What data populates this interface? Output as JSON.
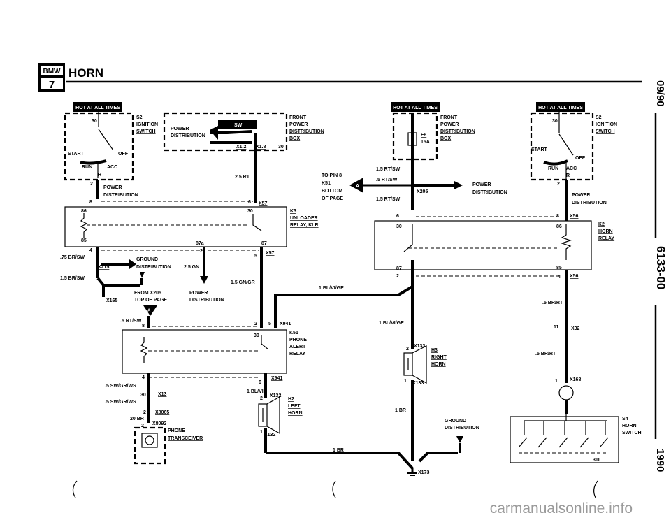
{
  "header": {
    "logo_top": "BMW",
    "logo_bottom": "7",
    "title": "HORN"
  },
  "side_text": {
    "top": "09/90",
    "middle": "6133-00",
    "bottom": "1990"
  },
  "watermark": "carmanualsonline.info",
  "badges": {
    "b1": "HOT AT ALL TIMES",
    "b2": "HOT AT ALL TIMES",
    "b3": "HOT AT ALL TIMES"
  },
  "left": {
    "s2_pin30": "30",
    "s2_name": "S2",
    "s2_l1": "IGNITION",
    "s2_l2": "SWITCH",
    "start": "START",
    "off": "OFF",
    "run": "RUN",
    "acc": "ACC",
    "r": "R",
    "pin2": "2",
    "pd_l1": "POWER",
    "pd_l2": "DISTRIBUTION",
    "pd2_l1": "POWER",
    "pd2_l2": "DISTRIBUTION",
    "sw": "SW",
    "x12": "X1.2",
    "x18": "X1.8",
    "p30b": "30",
    "front_l1": "FRONT",
    "front_l2": "POWER",
    "front_l3": "DISTRIBUTION",
    "front_l4": "BOX",
    "w_25rt": "2.5 RT",
    "pin8": "8",
    "pin6": "6",
    "x57a": "X57",
    "k3_pin86": "86",
    "k3_pin30": "30",
    "k3_pin85": "85",
    "k3_pin87a": "87a",
    "k3_pin87": "87",
    "k3_name": "K3",
    "k3_l1": "UNLOADER",
    "k3_l2": "RELAY, KLR",
    "pin4": "4",
    "w_75brsw": ".75 BR/SW",
    "x215": "X215",
    "gd_l1": "GROUND",
    "gd_l2": "DISTRIBUTION",
    "w_25gn": "2.5 GN",
    "pin2b": "2",
    "pin5": "5",
    "x57b": "X57",
    "w_15brsw": "1.5 BR/SW",
    "w_15gngr": "1.5 GN/GR",
    "x165": "X165",
    "from_l1": "FROM X205",
    "from_l2": "TOP OF PAGE",
    "pd3_l1": "POWER",
    "pd3_l2": "DISTRIBUTION",
    "w_5rtsw": ".5 RT/SW",
    "pin8b": "8",
    "pin2c": "2",
    "pin5c": "5",
    "x941a": "X941",
    "k51_pin30": "30",
    "k51_name": "K51",
    "k51_l1": "PHONE",
    "k51_l2": "ALERT",
    "k51_l3": "RELAY",
    "pin4c": "4",
    "pin6c": "6",
    "x941b": "X941",
    "w_5swgrws1": ".5 SW/GR/WS",
    "pin30c": "30",
    "x13": "X13",
    "w_1blvi_a": "1 BL/VI",
    "w_5swgrws2": ".5 SW/GR/WS",
    "pin2d": "2",
    "x8065": "X8065",
    "pin2e": "2",
    "x132a": "X132",
    "h2_name": "H2",
    "h2_l1": "LEFT",
    "h2_l2": "HORN",
    "w_20br": "20 BR",
    "pin2f": "2",
    "x8092": "X8092",
    "phone_l1": "PHONE",
    "phone_l2": "TRANSCEIVER",
    "pin1": "1",
    "x132b": "X132"
  },
  "middle": {
    "topin_l1": "TO PIN 8",
    "topin_l2": "K51",
    "topin_l3": "BOTTOM",
    "topin_l4": "OF PAGE",
    "arrow_a": "A",
    "w_15rtsw1": "1.5 RT/SW",
    "w_5rtsw": ".5 RT/SW",
    "x205": "X205",
    "w_15rtsw2": "1.5 RT/SW",
    "pd_l1": "POWER",
    "pd_l2": "DISTRIBUTION",
    "f6": "F6",
    "f6_amp": "15A",
    "front_l1": "FRONT",
    "front_l2": "POWER",
    "front_l3": "DISTRIBUTION",
    "front_l4": "BOX",
    "pin6": "6",
    "pin30": "30",
    "pin87": "87",
    "pin2": "2",
    "w_1blvige1": "1 BL/VI/GE",
    "w_1blvige2": "1 BL/VI/GE",
    "pin2b": "2",
    "x133a": "X133",
    "h3_name": "H3",
    "h3_l1": "RIGHT",
    "h3_l2": "HORN",
    "pin1": "1",
    "x133b": "X133",
    "w_1br": "1 BR",
    "w_1br2": "1 BR",
    "gd_l1": "GROUND",
    "gd_l2": "DISTRIBUTION",
    "x173": "X173"
  },
  "right": {
    "s2_pin30": "30",
    "s2_name": "S2",
    "s2_l1": "IGNITION",
    "s2_l2": "SWITCH",
    "start": "START",
    "off": "OFF",
    "run": "RUN",
    "acc": "ACC",
    "r": "R",
    "pin2": "2",
    "pd_l1": "POWER",
    "pd_l2": "DISTRIBUTION",
    "pin8": "8",
    "x56a": "X56",
    "k2_pin86": "86",
    "k2_pin85": "85",
    "k2_name": "K2",
    "k2_l1": "HORN",
    "k2_l2": "RELAY",
    "pin4": "4",
    "x56b": "X56",
    "w_5brrt1": ".5 BR/RT",
    "pin11": "11",
    "x32": "X32",
    "w_5brrt2": ".5 BR/RT",
    "pin1": "1",
    "x168": "X168",
    "s4_name": "S4",
    "s4_l1": "HORN",
    "s4_l2": "SWITCH",
    "pin31l": "31L"
  }
}
